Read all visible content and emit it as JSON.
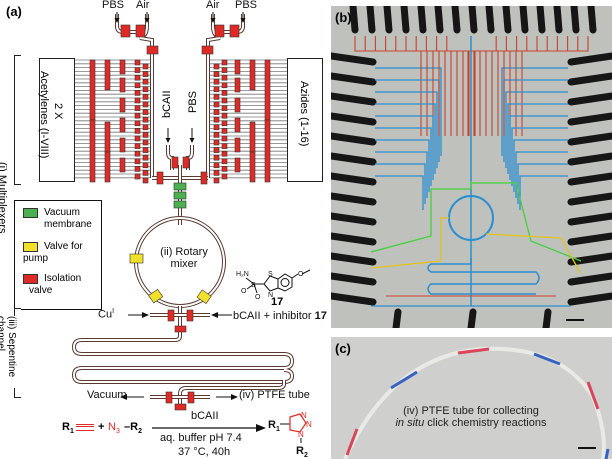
{
  "panels": {
    "a": {
      "letter": "(a)"
    },
    "b": {
      "letter": "(b)"
    },
    "c": {
      "letter": "(c)"
    }
  },
  "inputs_top_left": [
    "PBS",
    "Air"
  ],
  "inputs_top_right": [
    "Air",
    "PBS"
  ],
  "inputs_center": [
    "bCAII",
    "PBS"
  ],
  "left_box": {
    "line1": "2 X",
    "line2": "Acetylenes (I-VIII)"
  },
  "right_box": {
    "line1": "Azides (1-16)"
  },
  "section_labels": {
    "multiplexers": "(i) Multiplexers",
    "mixer_line1": "(ii) Rotary",
    "mixer_line2": "mixer",
    "serpentine": "(iii) Sepentine channel",
    "ptfe": "(iv) PTFE tube"
  },
  "legend": {
    "items": [
      {
        "label_l1": "Vacuum",
        "label_l2": "membrane",
        "color": "#4caf50"
      },
      {
        "label_l1": "Valve for",
        "label_l2": "pump",
        "color": "#f2e12a"
      },
      {
        "label_l1": "Isolation",
        "label_l2": "valve",
        "color": "#e02a25"
      }
    ]
  },
  "inhibitor": {
    "number": "17",
    "groups": [
      "H2N",
      "S",
      "N",
      "O",
      "O"
    ]
  },
  "flow_labels": {
    "cu": "Cu",
    "cu_sup": "I",
    "bcaii_inhibitor": "bCAII + inhibitor",
    "bcaii_inhibitor_num": "17",
    "vacuum": "Vacuum",
    "bcaii_bottom": "bCAII"
  },
  "reaction": {
    "r1": "R1",
    "plus": "+",
    "azide": "N3",
    "r2": "R2",
    "conditions_line1": "aq. buffer pH 7.4",
    "conditions_line2": "37 °C, 40h",
    "product": "1,2,3-triazole"
  },
  "photo_c_caption": {
    "line1": "(iv) PTFE tube for collecting",
    "line2_italic": "in situ",
    "line2_rest": " click chemistry reactions"
  },
  "colors": {
    "isolation_valve": "#e02a25",
    "pump_valve": "#f2e12a",
    "vacuum_membrane": "#4caf50",
    "channel": "#5a3a32",
    "chip_blue": "#2a8fd0",
    "chip_red": "#c9412a",
    "chip_green": "#44d13b",
    "chip_yellow": "#e0c41e"
  }
}
